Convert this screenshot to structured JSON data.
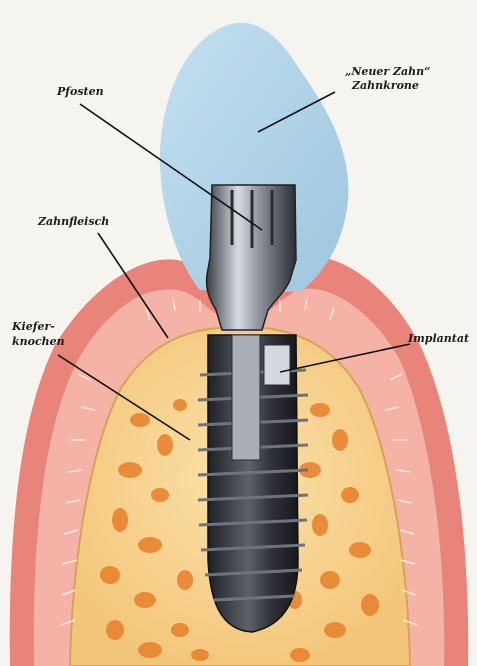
{
  "labels": {
    "crown_line1": "„Neuer Zahn“",
    "crown_line2": "Zahnkrone",
    "abutment": "Pfosten",
    "gum": "Zahnfleisch",
    "bone_line1": "Kiefer-",
    "bone_line2": "knochen",
    "implant": "Implantat"
  },
  "colors": {
    "background": "#f6f4ef",
    "crown": "#aed2e6",
    "gum": "#e9847a",
    "gum_inner": "#f5b3a8",
    "bone": "#f6cf86",
    "bone_spots": "#e8842f",
    "metal_dark": "#2b2d33",
    "metal_light": "#c6cbd3"
  }
}
